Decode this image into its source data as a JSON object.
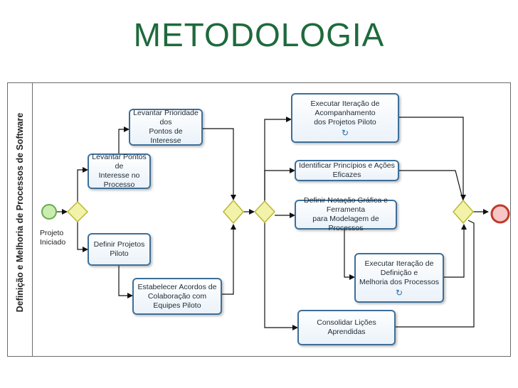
{
  "title": "METODOLOGIA",
  "lane": {
    "label": "Definição e Melhoria de Processos de Software"
  },
  "start_event": {
    "label_line1": "Projeto",
    "label_line2": "Iniciado"
  },
  "tasks": {
    "levantar_prioridade": {
      "line1": "Levantar Prioridade dos",
      "line2": "Pontos de Interesse"
    },
    "levantar_pontos": {
      "line1": "Levantar Pontos de",
      "line2": "Interesse no Processo"
    },
    "definir_projetos": {
      "line1": "Definir Projetos Piloto"
    },
    "estabelecer_acordos": {
      "line1": "Estabelecer Acordos de",
      "line2": "Colaboração com Equipes Piloto"
    },
    "executar_acompanhamento": {
      "line1": "Executar Iteração de Acompanhamento",
      "line2": "dos Projetos Piloto"
    },
    "identificar_principios": {
      "line1": "Identificar Princípios e Ações Eficazes"
    },
    "definir_notacao": {
      "line1": "Definir Notação Gráfica e Ferramenta",
      "line2": "para Modelagem de Processos"
    },
    "executar_definicao": {
      "line1": "Executar Iteração de Definição e",
      "line2": "Melhoria dos Processos"
    },
    "consolidar_licoes": {
      "line1": "Consolidar Lições Aprendidas"
    }
  },
  "colors": {
    "title": "#1e6a3c",
    "task_border": "#3d6f99",
    "gateway_fill": "#f2f2a8",
    "gateway_stroke": "#b8b83a",
    "start_fill": "#c9ecb0",
    "start_stroke": "#6aa84f",
    "end_fill": "#f7c6c6",
    "end_stroke": "#c0392b"
  }
}
